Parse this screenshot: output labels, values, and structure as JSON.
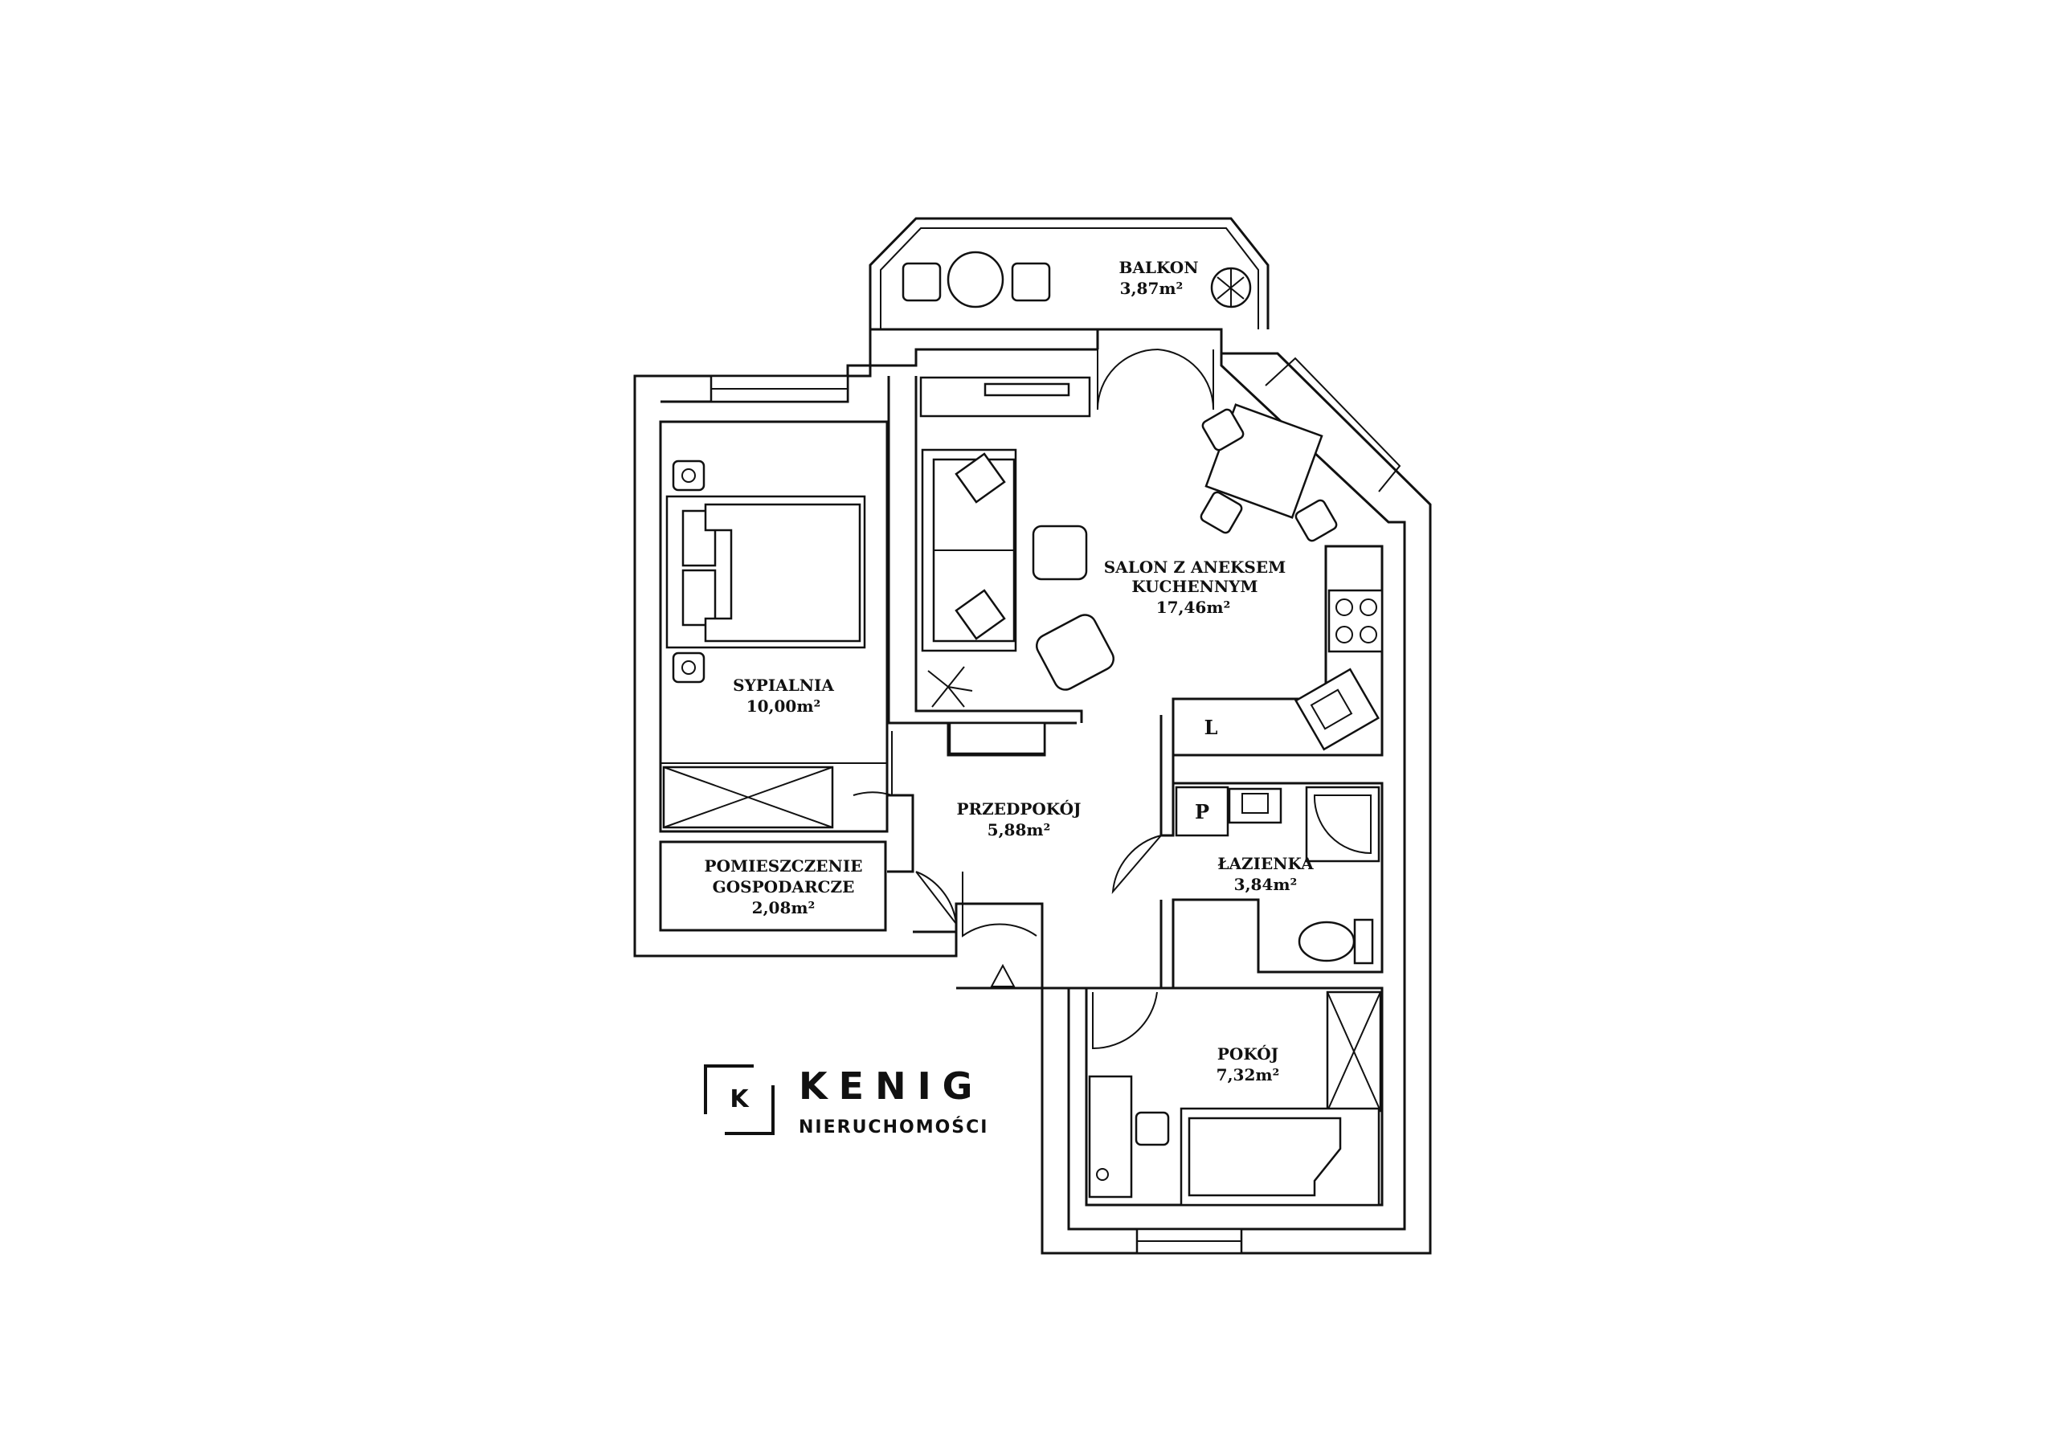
{
  "rooms": {
    "balkon": {
      "name": "BALKON",
      "area": "3,87m²"
    },
    "salon": {
      "name_line1": "SALON Z ANEKSEM",
      "name_line2": "KUCHENNYM",
      "area": "17,46m²"
    },
    "sypialnia": {
      "name": "SYPIALNIA",
      "area": "10,00m²"
    },
    "przedpokoj": {
      "name": "PRZEDPOKÓJ",
      "area": "5,88m²"
    },
    "lazienka": {
      "name": "ŁAZIENKA",
      "area": "3,84m²"
    },
    "pomieszczenie": {
      "name_line1": "POMIESZCZENIE",
      "name_line2": "GOSPODARCZE",
      "area": "2,08m²"
    },
    "pokoj": {
      "name": "POKÓJ",
      "area": "7,32m²"
    }
  },
  "fixtures": {
    "fridge_letter": "L",
    "boiler_letter": "P"
  },
  "logo": {
    "mark_letter": "K",
    "name": "KENIG",
    "subtitle": "NIERUCHOMOŚCI"
  },
  "icons": [
    "entrance-triangle-icon",
    "plant-icon",
    "stove-icon",
    "sink-icon",
    "toilet-icon",
    "shower-icon",
    "socket-icon"
  ]
}
